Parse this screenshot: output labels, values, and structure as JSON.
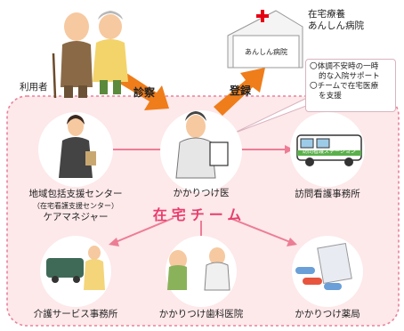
{
  "patient_label": "利用者",
  "hospital": {
    "line1": "在宅療養",
    "line2": "あんしん病院",
    "building_sign": "あんしん病院"
  },
  "arrows": {
    "consult": "診察",
    "register": "登録"
  },
  "note": {
    "line1": "〇体調不安時の一時",
    "line2": "的な入院サポート",
    "line3": "〇チームで在宅医療",
    "line4": "を支援"
  },
  "doctor_label": "かかりつけ医",
  "team_label": "在宅チーム",
  "care_center": {
    "line1": "地域包括支援センター",
    "line2": "（在宅看護支援センター）",
    "line3": "ケアマネジャー"
  },
  "nursing_label": "訪問看護事務所",
  "van_sign": "訪問看護ステーション",
  "care_service_label": "介護サービス事務所",
  "dental_label": "かかりつけ歯科医院",
  "pharmacy_label": "かかりつけ薬局",
  "colors": {
    "team_bg": "#fde8ea",
    "team_border": "#e9829a",
    "arrow_orange": "#ef7d1a",
    "arrow_pink": "#ec7d95",
    "team_text": "#e83e6d",
    "red_cross": "#e60012"
  }
}
